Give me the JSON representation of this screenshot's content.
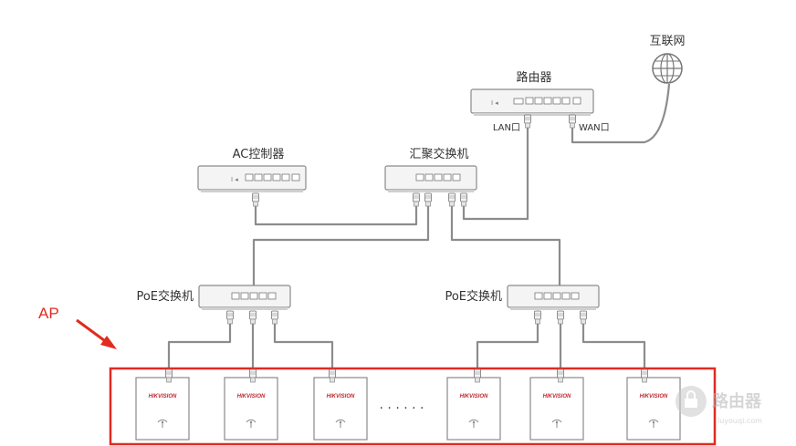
{
  "nodes": {
    "internet": {
      "label": "互联网"
    },
    "router": {
      "label": "路由器",
      "lan_port": "LAN口",
      "wan_port": "WAN口"
    },
    "ac_controller": {
      "label": "AC控制器"
    },
    "aggregation_switch": {
      "label": "汇聚交换机"
    },
    "poe_switch_left": {
      "label": "PoE交换机"
    },
    "poe_switch_right": {
      "label": "PoE交换机"
    }
  },
  "ap_group": {
    "label": "AP",
    "brand": "HIKVISION",
    "ellipsis": "· · · · · ·",
    "count_shown": 6
  },
  "watermark": {
    "title": "路由器",
    "subtitle": "luyouqi.com"
  },
  "colors": {
    "device_fill": "#f4f4f4",
    "device_stroke": "#8a8a8a",
    "cable": "#8c8c8c",
    "highlight": "#e02b20",
    "text": "#333333"
  }
}
